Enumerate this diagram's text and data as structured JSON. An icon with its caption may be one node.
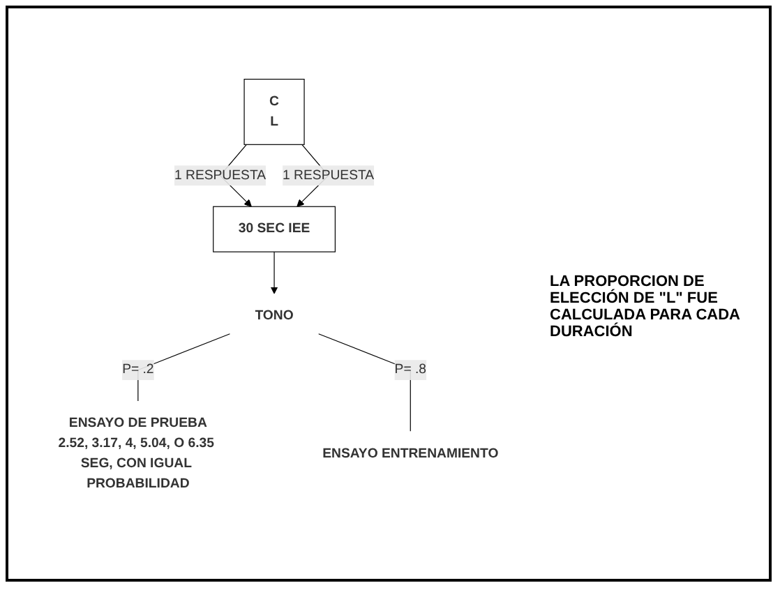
{
  "diagram": {
    "nodes": [
      {
        "text": [
          "TONO"
        ]
      },
      {
        "text": [
          "ENSAYO DE PRUEBA",
          "2.52, 3.17, 4, 5.04, O 6.35 SEG, CON IGUAL PROBABILIDAD"
        ]
      },
      {
        "text": [
          "ENSAYO ENTRENAMIENTO"
        ]
      },
      {
        "text": [
          "C",
          "L"
        ]
      },
      {
        "text": [
          "30 SEC IEE"
        ]
      }
    ],
    "edges": [
      {
        "from": 0,
        "to": 1,
        "arrow": "none",
        "label": "P= .2"
      },
      {
        "from": 0,
        "to": 2,
        "arrow": "none",
        "label": "P= .8"
      },
      {
        "from": 3,
        "to": 4,
        "arrow": "to",
        "label": "1 RESPUESTA"
      },
      {
        "from": 3,
        "to": 4,
        "arrow": "to",
        "label": "1 RESPUESTA"
      },
      {
        "from": 4,
        "to": 0,
        "arrow": "to"
      }
    ],
    "labels": [
      "LA PROPORCION DE ELECCIÓN DE \"L\" FUE CALCULADA PARA CADA DURACIÓN"
    ]
  }
}
